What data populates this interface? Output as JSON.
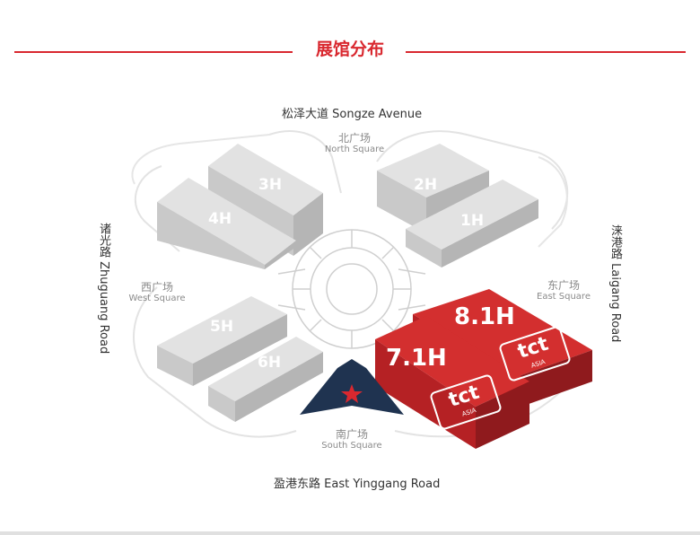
{
  "header": {
    "title": "展馆分布"
  },
  "roads": {
    "north": "松泽大道 Songze Avenue",
    "south": "盈港东路 East Yinggang Road",
    "west": "诸光路 Zhuguang Road",
    "east": "涞港路 Laigang Road"
  },
  "squares": {
    "north": {
      "cn": "北广场",
      "en": "North Square"
    },
    "south": {
      "cn": "南广场",
      "en": "South Square"
    },
    "west": {
      "cn": "西广场",
      "en": "West Square"
    },
    "east": {
      "cn": "东广场",
      "en": "East Square"
    }
  },
  "halls": {
    "h1": "1H",
    "h2": "2H",
    "h3": "3H",
    "h4": "4H",
    "h5": "5H",
    "h6": "6H",
    "h71": "7.1H",
    "h81": "8.1H"
  },
  "logos": {
    "brand": "tct",
    "sub": "ASIA"
  },
  "colors": {
    "accent": "#d9282f",
    "hall_gray": "#cfcfcf",
    "hall_red": "#c4262b",
    "navy": "#1f3350"
  }
}
